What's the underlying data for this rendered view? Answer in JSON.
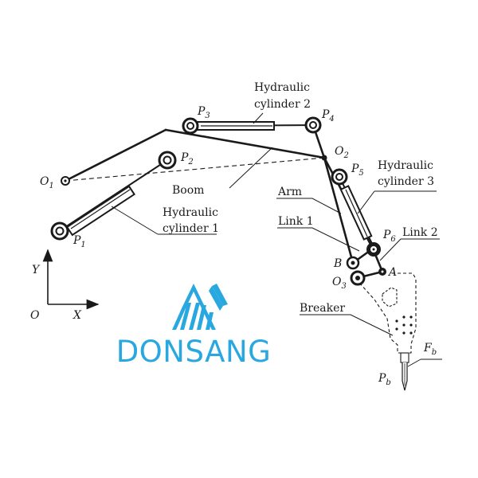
{
  "labels": {
    "o1": "O",
    "o1_sub": "1",
    "o2": "O",
    "o2_sub": "2",
    "o3": "O",
    "o3_sub": "3",
    "p1": "P",
    "p1_sub": "1",
    "p2": "P",
    "p2_sub": "2",
    "p3": "P",
    "p3_sub": "3",
    "p4": "P",
    "p4_sub": "4",
    "p5": "P",
    "p5_sub": "5",
    "p6": "P",
    "p6_sub": "6",
    "pb": "P",
    "pb_sub": "b",
    "fb": "F",
    "fb_sub": "b",
    "a": "A",
    "b": "B",
    "boom": "Boom",
    "arm": "Arm",
    "link1": "Link 1",
    "link2": "Link 2",
    "breaker": "Breaker",
    "hc1_line1": "Hydraulic",
    "hc1_line2": "cylinder 1",
    "hc2_line1": "Hydraulic",
    "hc2_line2": "cylinder 2",
    "hc3_line1": "Hydraulic",
    "hc3_line2": "cylinder 3",
    "axis_y": "Y",
    "axis_x": "X",
    "axis_o": "O"
  },
  "logo": {
    "text": "DONSANG",
    "color": "#29a8e0"
  }
}
